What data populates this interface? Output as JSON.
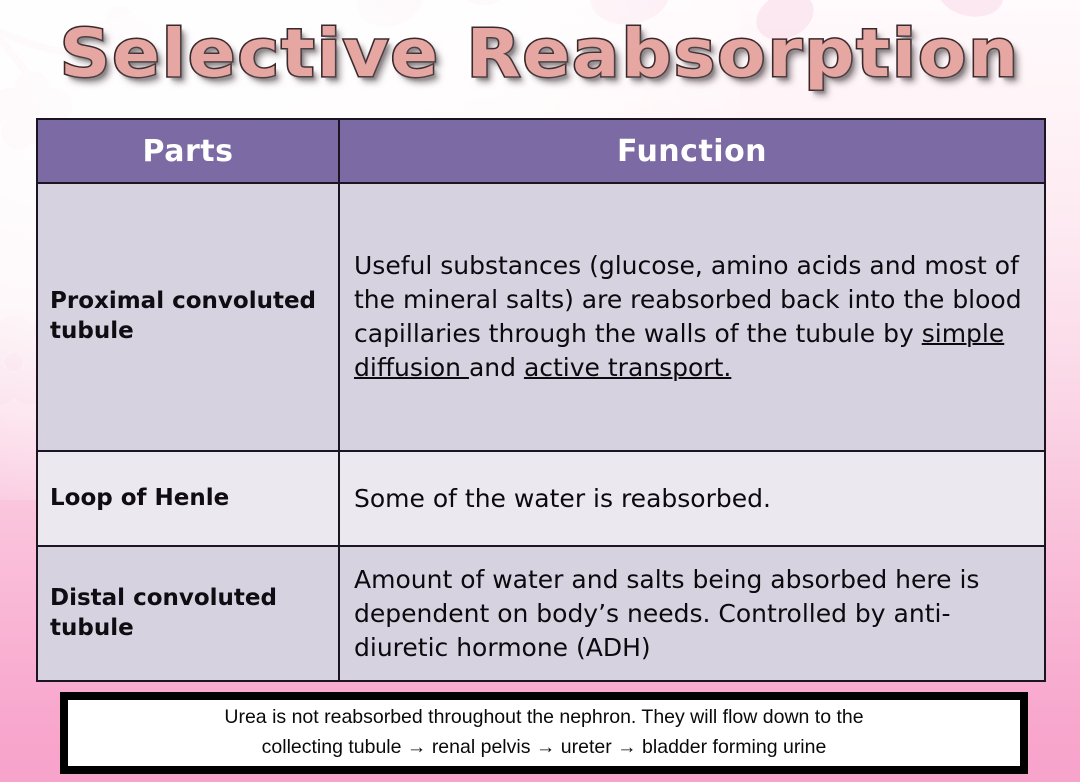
{
  "slide": {
    "title": "Selective Reabsorption",
    "background": {
      "top_color": "#fffafc",
      "bottom_color": "#f7a3cb",
      "decoration": "cherry-blossom-watermark"
    },
    "title_colors": {
      "fill": "#e6a7a3",
      "outline": "#3a2a2c",
      "shadow": "#50464 8"
    }
  },
  "table": {
    "header": {
      "parts": "Parts",
      "function": "Function",
      "bg_color": "#7c6aa5",
      "text_color": "#ffffff"
    },
    "row_colors": {
      "shade_a": "#d6d2df",
      "shade_b": "#ebe9ef",
      "border": "#1c1420"
    },
    "rows": [
      {
        "part": "Proximal convoluted tubule",
        "function_segments": [
          {
            "text": "Useful substances (glucose, amino acids and most of the mineral salts) are reabsorbed back into the blood capillaries through the walls of the tubule by ",
            "underline": false
          },
          {
            "text": "simple diffusion ",
            "underline": true
          },
          {
            "text": "and ",
            "underline": false
          },
          {
            "text": "active transport.",
            "underline": true
          }
        ]
      },
      {
        "part": "Loop of Henle",
        "function_segments": [
          {
            "text": "Some of the water is reabsorbed.",
            "underline": false
          }
        ]
      },
      {
        "part": "Distal convoluted tubule",
        "function_segments": [
          {
            "text": "Amount of water and salts being absorbed here is dependent on body’s needs.\nControlled by anti-diuretic hormone (ADH)",
            "underline": false
          }
        ]
      }
    ]
  },
  "callout": {
    "text": "Urea is not reabsorbed throughout the nephron. They will flow down to the\ncollecting tubule → renal pelvis → ureter → bladder forming urine",
    "bg_color": "#ffffff",
    "border_color": "#000000"
  }
}
